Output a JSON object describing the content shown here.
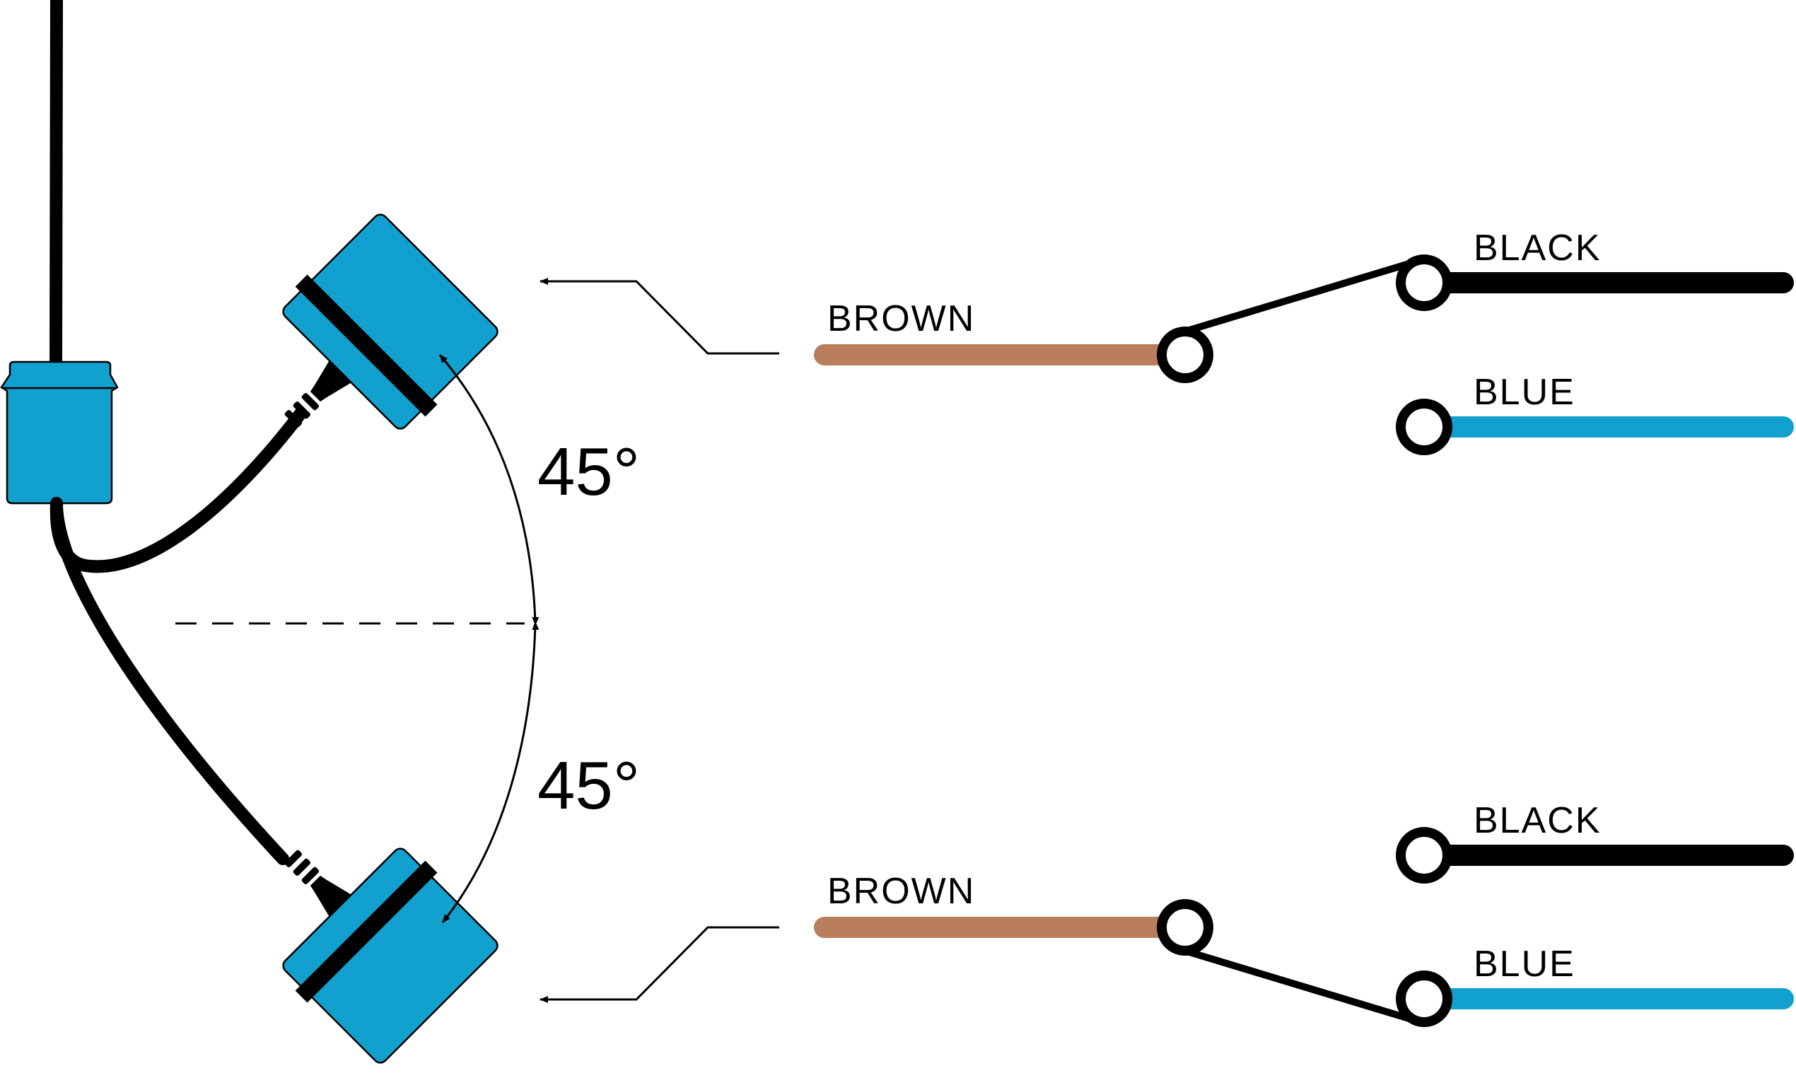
{
  "colors": {
    "float": "#12A1CF",
    "brown_wire": "#B97E5B",
    "black_wire": "#000000",
    "blue_wire": "#12A1CF",
    "background": "#FFFFFF"
  },
  "angles": {
    "upper": "45°",
    "lower": "45°"
  },
  "upper_switch": {
    "common_label": "BROWN",
    "terminal_a_label": "BLACK",
    "terminal_b_label": "BLUE",
    "connected_to": "BLACK"
  },
  "lower_switch": {
    "common_label": "BROWN",
    "terminal_a_label": "BLACK",
    "terminal_b_label": "BLUE",
    "connected_to": "BLUE"
  }
}
